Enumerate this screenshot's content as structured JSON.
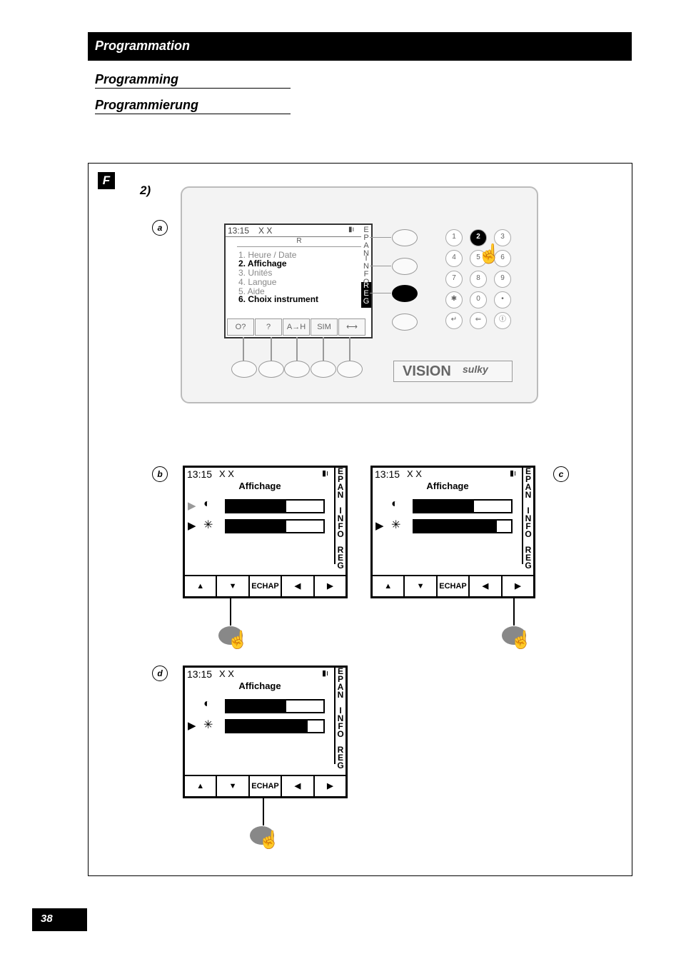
{
  "header": {
    "title": "Programmation"
  },
  "subtitles": [
    "Programming",
    "Programmierung"
  ],
  "figure": {
    "tag": "F",
    "step": "2)"
  },
  "labels": {
    "a": "a",
    "b": "b",
    "c": "c",
    "d": "d"
  },
  "device_a": {
    "time": "13:15",
    "status": "X X",
    "header_row": "R",
    "menu": [
      "1. Heure / Date",
      "2. Affichage",
      "3. Unités",
      "4. Langue",
      "5. Aide",
      "6. Choix instrument"
    ],
    "tabs": [
      "EPAN",
      "INFO",
      "REG"
    ],
    "softkeys": [
      "O?",
      "?",
      "A→H",
      "SIM",
      "⟷"
    ],
    "keypad": [
      "1",
      "2",
      "3",
      "4",
      "5",
      "6",
      "7",
      "8",
      "9",
      "✱",
      "0",
      "•",
      "↵",
      "⇐",
      "Ⓘ"
    ],
    "brand": "VISION",
    "brand2": "sulky"
  },
  "screens": [
    {
      "id": "b",
      "time": "13:15",
      "status": "X X",
      "title": "Affichage",
      "contrast": 0.62,
      "brightness": 0.62,
      "tabs": "EPAN INFO REG",
      "buttons": [
        "▲",
        "▼",
        "ECHAP",
        "◀",
        "▶"
      ]
    },
    {
      "id": "c",
      "time": "13:15",
      "status": "X X",
      "title": "Affichage",
      "contrast": 0.62,
      "brightness": 0.85,
      "tabs": "EPAN INFO REG",
      "buttons": [
        "▲",
        "▼",
        "ECHAP",
        "◀",
        "▶"
      ]
    },
    {
      "id": "d",
      "time": "13:15",
      "status": "X X",
      "title": "Affichage",
      "contrast": 0.62,
      "brightness": 0.84,
      "tabs": "EPAN INFO REG",
      "buttons": [
        "▲",
        "▼",
        "ECHAP",
        "◀",
        "▶"
      ]
    }
  ],
  "page_number": "38"
}
